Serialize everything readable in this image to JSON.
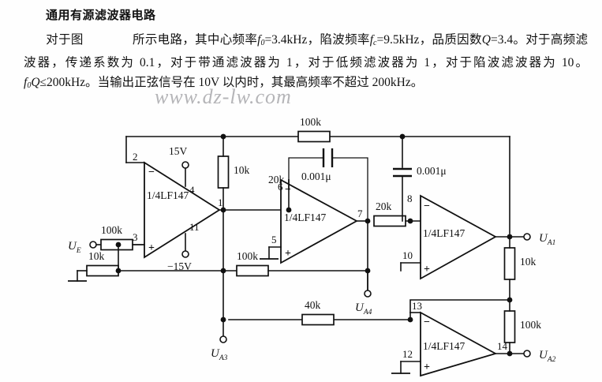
{
  "document": {
    "title": "通用有源滤波器电路",
    "body_segments": {
      "s1": "对于图",
      "s2": "所示电路，其中心频率",
      "s3": "f",
      "s3sub": "0",
      "s4": "=3.4kHz，陷波频率",
      "s5": "f",
      "s5sub": "c",
      "s6": "=9.5kHz，品质因数",
      "s7": "Q",
      "s8": "=3.4。对于高频滤波器，传递系数为 0.1，对于带通滤波器为 1，对于低频滤波器为 1，对于陷波滤波器为 10。",
      "s9": "f",
      "s9sub": "0",
      "s10": "Q",
      "s11": "≤200kHz。当输出正弦信号在 10V 以内时，其最高频率不超过 200kHz。"
    },
    "watermark": "www.dz-lw.com"
  },
  "circuit": {
    "name": "universal-active-filter",
    "opamps": [
      {
        "id": "A1",
        "label": "1/4LF147",
        "pin_inv": "2",
        "pin_non": "3",
        "pin_out": "1",
        "pin_vpos": "4",
        "pin_vneg": "11"
      },
      {
        "id": "A2",
        "label": "1/4LF147",
        "pin_inv": "6",
        "pin_non": "5",
        "pin_out": "7"
      },
      {
        "id": "A3",
        "label": "1/4LF147",
        "pin_inv": "8",
        "pin_non": "10",
        "pin_out": ""
      },
      {
        "id": "A4",
        "label": "1/4LF147",
        "pin_inv": "13",
        "pin_non": "12",
        "pin_out": "14"
      }
    ],
    "supplies": {
      "positive": "15V",
      "negative": "−15V"
    },
    "signs": {
      "inverting": "−",
      "noninverting": "+"
    },
    "resistors": {
      "r_in": "100k",
      "r_fb_top": "100k",
      "r_a1_gnd": "10k",
      "r_in_gnd": "10k",
      "r_mid": "20k",
      "r_bottom_100k": "100k",
      "r_40k": "40k",
      "r_out_10k": "10k",
      "r_out_100k": "100k",
      "r_20k_right": "20k"
    },
    "capacitors": {
      "c_a2": "0.001μ",
      "c_a3": "0.001μ"
    },
    "ports": [
      {
        "name": "U",
        "sub": "E",
        "role": "input"
      },
      {
        "name": "U",
        "sub": "A1",
        "role": "output"
      },
      {
        "name": "U",
        "sub": "A2",
        "role": "output"
      },
      {
        "name": "U",
        "sub": "A3",
        "role": "output"
      },
      {
        "name": "U",
        "sub": "A4",
        "role": "output"
      }
    ]
  }
}
